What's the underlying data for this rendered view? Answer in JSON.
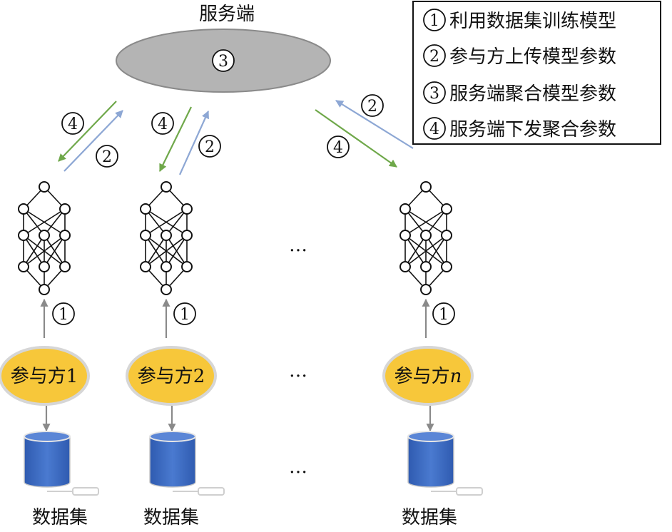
{
  "server": {
    "label": "服务端",
    "step": "3"
  },
  "legend": [
    {
      "num": "1",
      "text": "利用数据集训练模型"
    },
    {
      "num": "2",
      "text": "参与方上传模型参数"
    },
    {
      "num": "3",
      "text": "服务端聚合模型参数"
    },
    {
      "num": "4",
      "text": "服务端下发聚合参数"
    }
  ],
  "flow_steps": {
    "download": "4",
    "upload": "2",
    "train": "1"
  },
  "participants": [
    {
      "name": "参与方1",
      "dataset": "数据集"
    },
    {
      "name": "参与方2",
      "dataset": "数据集"
    },
    {
      "name_prefix": "参与方",
      "name_suffix": "n",
      "dataset": "数据集"
    }
  ],
  "ellipsis": "…",
  "colors": {
    "server_fill": "#b4b4b4",
    "participant_fill": "#f7c73a",
    "participant_stroke": "#d6d6d6",
    "download_arrow": "#6fa84a",
    "upload_arrow": "#8da7d4",
    "train_arrow": "#8a8a8a",
    "database_fill": "#3f6fc4"
  }
}
